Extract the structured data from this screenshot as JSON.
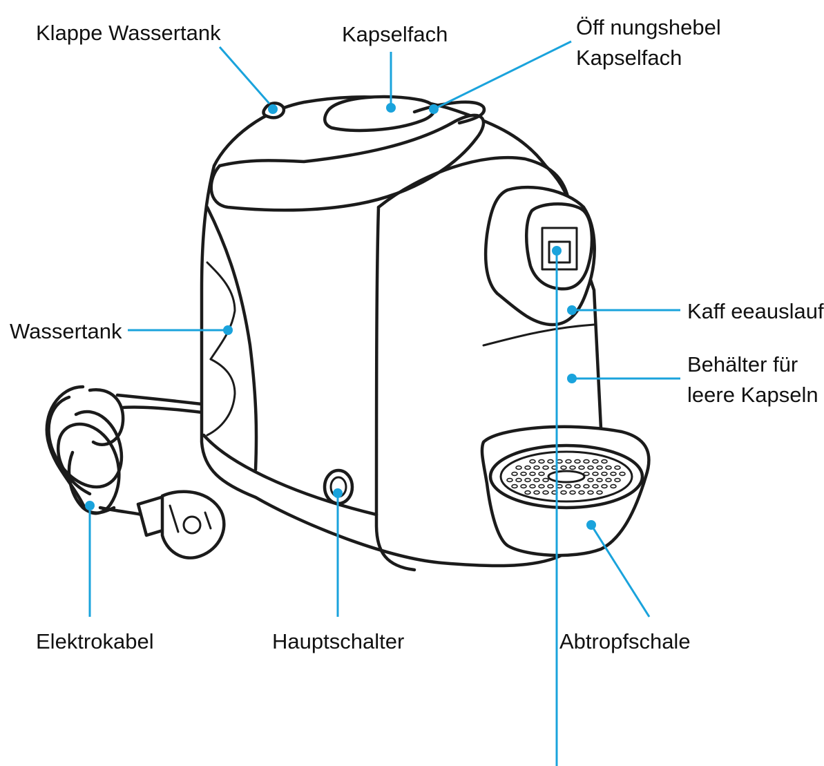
{
  "colors": {
    "leader": "#1aa3dc",
    "outline": "#1b1b1b",
    "text": "#111111"
  },
  "labels": {
    "klappe_wassertank": "Klappe Wassertank",
    "kapselfach": "Kapselfach",
    "oeffnungshebel_line1": "Öff nungshebel",
    "oeffnungshebel_line2": "Kapselfach",
    "wassertank": "Wassertank",
    "kaffeeauslauf": "Kaff eeauslauf",
    "behaelter_line1": "Behälter für",
    "behaelter_line2": "leere Kapseln",
    "elektrokabel": "Elektrokabel",
    "hauptschalter": "Hauptschalter",
    "abtropfschale": "Abtropfschale"
  }
}
